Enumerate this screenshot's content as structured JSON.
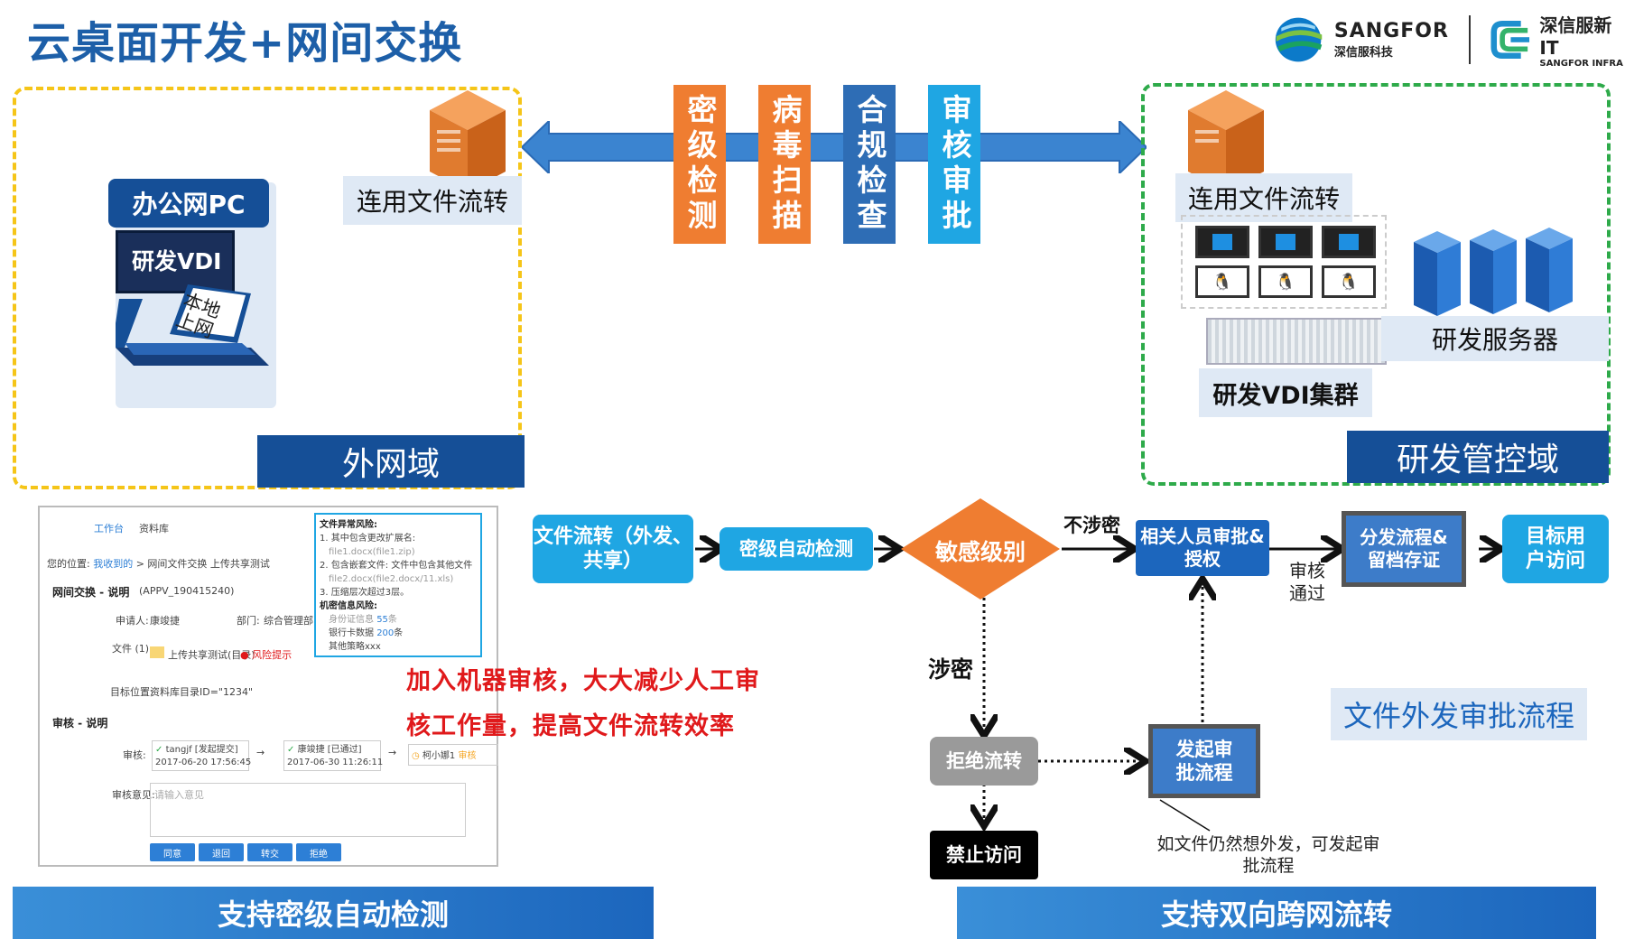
{
  "page_title": "云桌面开发+网间交换",
  "logos": {
    "sangfor": {
      "name": "SANGFOR",
      "sub": "深信服科技"
    },
    "infra": {
      "name": "深信服新IT",
      "sub": "SANGFOR INFRA"
    }
  },
  "left_zone": {
    "label": "外网域",
    "pc_label": "办公网PC",
    "vdi_label": "研发VDI",
    "local_label": "本地上网",
    "file_relay": "连用文件流转"
  },
  "right_zone": {
    "label": "研发管控域",
    "file_relay": "连用文件流转",
    "vdi_cluster": "研发VDI集群",
    "server_label": "研发服务器"
  },
  "middle_tags": [
    {
      "text": "密级检测",
      "color": "#ef7d31"
    },
    {
      "text": "病毒扫描",
      "color": "#ef7d31"
    },
    {
      "text": "合规检查",
      "color": "#2e6db5"
    },
    {
      "text": "审核审批",
      "color": "#1fa6e3"
    }
  ],
  "screenshot": {
    "nav_items": [
      "工作台",
      "资料库"
    ],
    "breadcrumb_prefix": "您的位置:",
    "breadcrumb_link": "我收到的",
    "breadcrumb_rest": "> 网间文件交换 上传共享测试",
    "section1_title": "网间交换 - 说明",
    "section1_code": "(APPV_190415240)",
    "applicant_label": "申请人:",
    "applicant": "康竣捷",
    "dept_label": "部门:",
    "dept": "综合管理部",
    "file_label": "文件 (1):",
    "file_name": "上传共享测试(目录)",
    "risk_tip": "风险提示",
    "target_label": "目标位置:",
    "target": "资料库目录ID=\"1234\"",
    "section2_title": "审核 - 说明",
    "review_label": "审核:",
    "step1_name": "tangjf [发起提交]",
    "step1_time": "2017-06-20 17:56:45",
    "step2_name": "康竣捷 [已通过]",
    "step2_time": "2017-06-30 11:26:11",
    "step3_name": "柯小娜1",
    "step3_tag": "审核",
    "opinion_label": "审核意见:",
    "opinion_placeholder": "请输入意见",
    "buttons": [
      "同意",
      "退回",
      "转交",
      "拒绝"
    ],
    "popup": {
      "title1": "文件异常风险:",
      "item1": "1. 其中包含更改扩展名:",
      "item1_sub": "file1.docx(file1.zip)",
      "item2": "2. 包含嵌套文件: 文件中包含其他文件",
      "item2_sub": "file2.docx(file2.docx/11.xls)",
      "item3": "3. 压缩层次超过3层。",
      "title2": "机密信息风险:",
      "id_label": "身份证信息",
      "id_count": "55",
      "bank_label": "银行卡数据",
      "bank_count": "200",
      "unit": "条",
      "other": "其他策略xxx"
    }
  },
  "red_note": [
    "加入机器审核，大大减少人工审",
    "核工作量，提高文件流转效率"
  ],
  "flow": {
    "file_transfer": "文件流转（外发、共享）",
    "auto_detect": "密级自动检测",
    "sensitivity": "敏感级别",
    "not_secret": "不涉密",
    "approver": "相关人员审批&授权",
    "approved": "审核通过",
    "distribute": "分发流程&留档存证",
    "target_user": "目标用户访问",
    "secret": "涉密",
    "reject": "拒绝流转",
    "start_approval": "发起审批流程",
    "forbid": "禁止访问",
    "callout": "如文件仍然想外发，可发起审批流程",
    "section_title": "文件外发审批流程"
  },
  "bottom": {
    "left": "支持密级自动检测",
    "right": "支持双向跨网流转"
  }
}
